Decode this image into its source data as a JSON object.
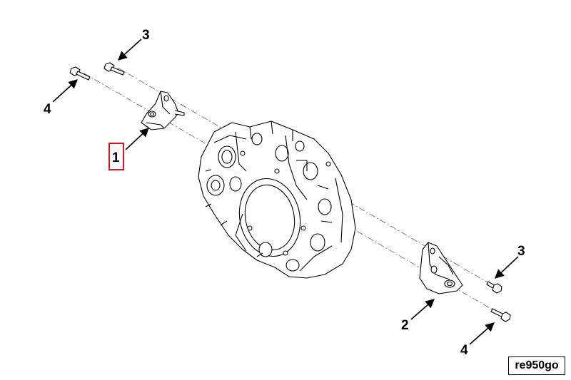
{
  "figure_code": "re950go",
  "callouts": {
    "bracket_left": "1",
    "bracket_right": "2",
    "bolt_top_upper": "3",
    "bolt_top_left": "4",
    "bolt_right_upper": "3",
    "bolt_right_lower": "4"
  },
  "highlight_color": "#e0141e",
  "line_color": "#000000"
}
